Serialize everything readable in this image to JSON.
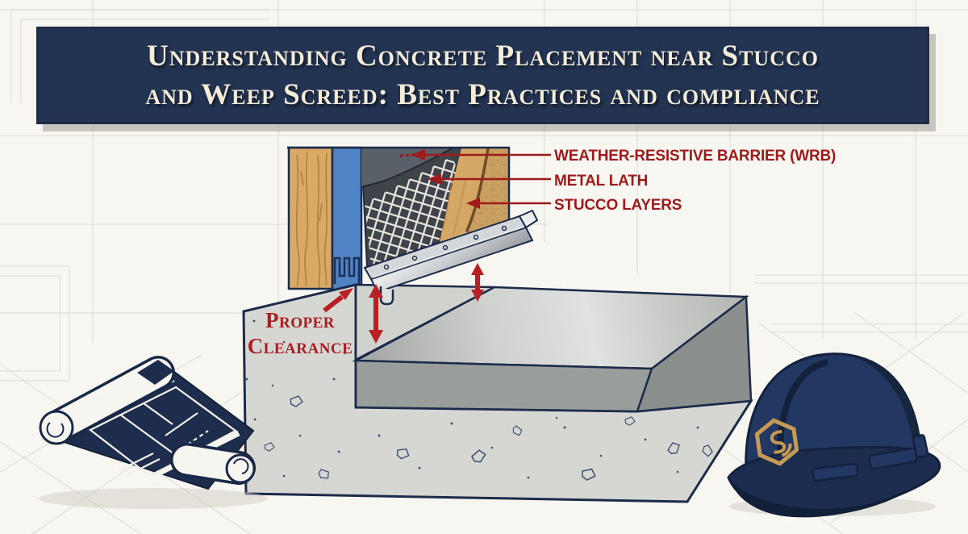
{
  "title": {
    "line1": "Understanding Concrete Placement near Stucco",
    "line2": "and Weep Screed: Best Practices and compliance"
  },
  "callouts": {
    "wrb": "WEATHER-RESISTIVE BARRIER (WRB)",
    "metal_lath": "METAL LATH",
    "stucco_layers": "STUCCO LAYERS"
  },
  "clearance": {
    "line1": "Proper",
    "line2": "Clearance"
  },
  "icons": {
    "blueprint_roll": "rolled-blueprint",
    "hard_hat": "hard-hat",
    "hat_logo": "hexagon-monogram"
  },
  "colors": {
    "background": "#f7f6f1",
    "banner_navy": "#233352",
    "banner_text": "#f2ecd9",
    "callout_red": "#9e1b1b",
    "arrow_red": "#b92025",
    "clearance_red": "#a81e22",
    "outline_navy": "#1c2b4a",
    "concrete_gray": "#d6d7d3",
    "wood_tan": "#d9a965",
    "sheathing_blue": "#4f83c3",
    "wrb_dark": "#3f444a",
    "stucco_tan": "#c9a061",
    "metal_gray": "#c7cacd",
    "hat_navy": "#223761",
    "logo_gold": "#c49a55",
    "blueprint_navy": "#1e2c4e"
  }
}
